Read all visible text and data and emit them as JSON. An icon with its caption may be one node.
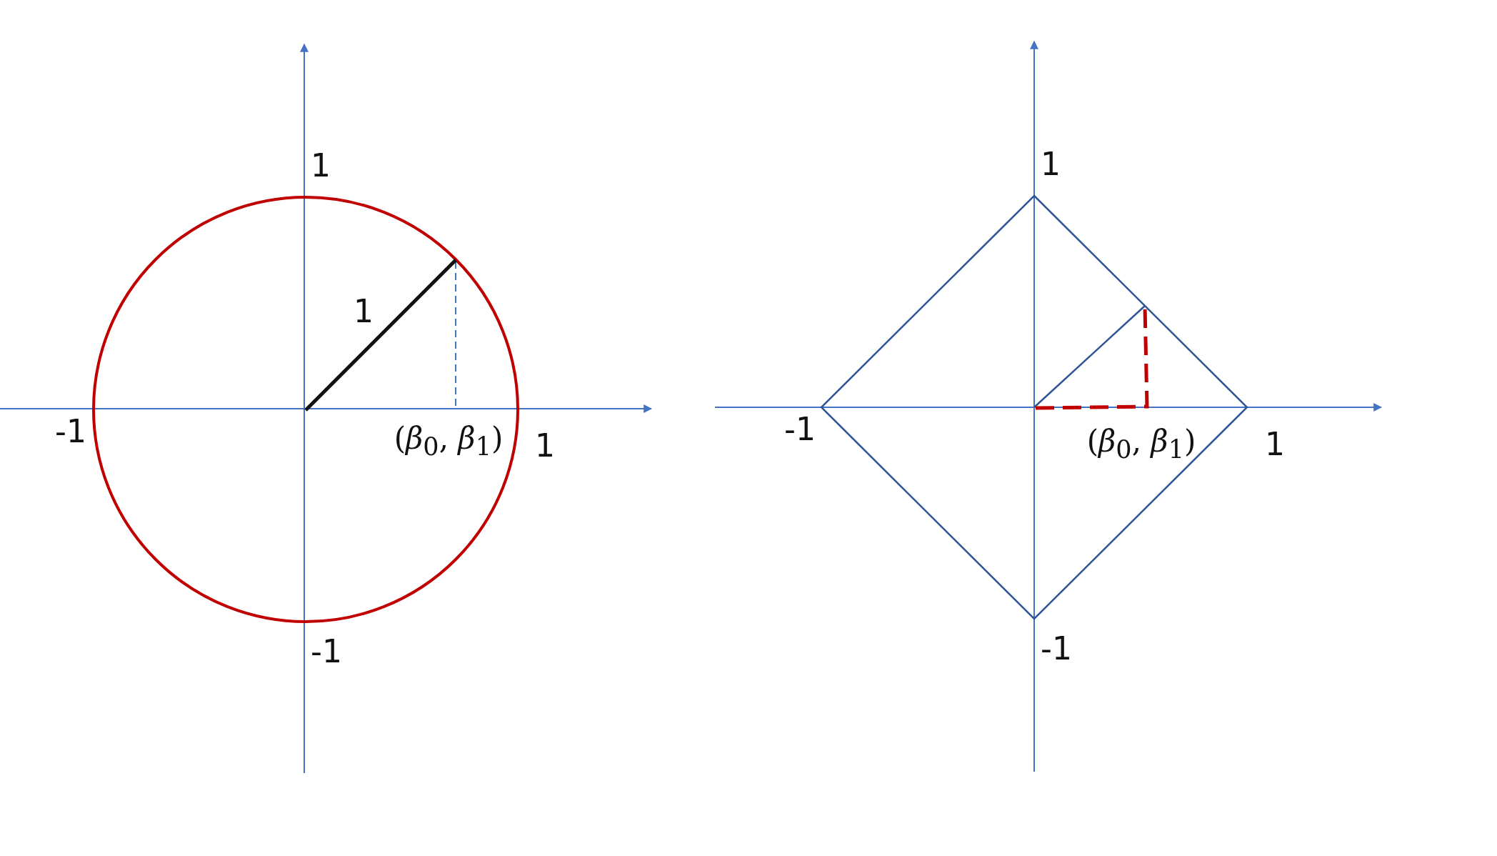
{
  "diagram": {
    "labels": [
      "1",
      "1",
      "1",
      "-1",
      "-1",
      "(*β*$_{0}$, *β*$_{1}$)",
      "1",
      "(*β*$_{0}$, *β*$_{1}$)",
      "1",
      "-1",
      "-1"
    ]
  }
}
